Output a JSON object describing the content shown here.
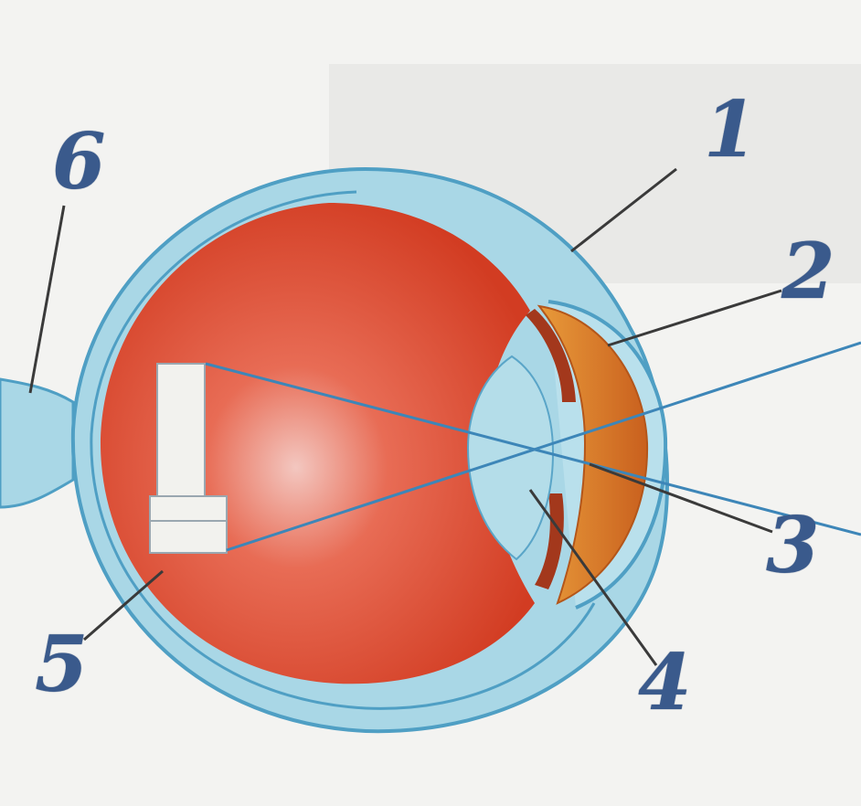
{
  "diagram": {
    "callouts": [
      {
        "id": "1",
        "text": "1"
      },
      {
        "id": "2",
        "text": "2"
      },
      {
        "id": "3",
        "text": "3"
      },
      {
        "id": "4",
        "text": "4"
      },
      {
        "id": "5",
        "text": "5"
      },
      {
        "id": "6",
        "text": "6"
      }
    ],
    "colors": {
      "sclera": "#a9d7e6",
      "sclera_outline": "#4f9fc4",
      "eyeball": "#d9472c",
      "iris": "#d9822a",
      "lens": "#b4dde9",
      "light_ray": "#3d86b8",
      "leader_line": "#3a3a3a",
      "label": "#3a5a8c"
    }
  }
}
